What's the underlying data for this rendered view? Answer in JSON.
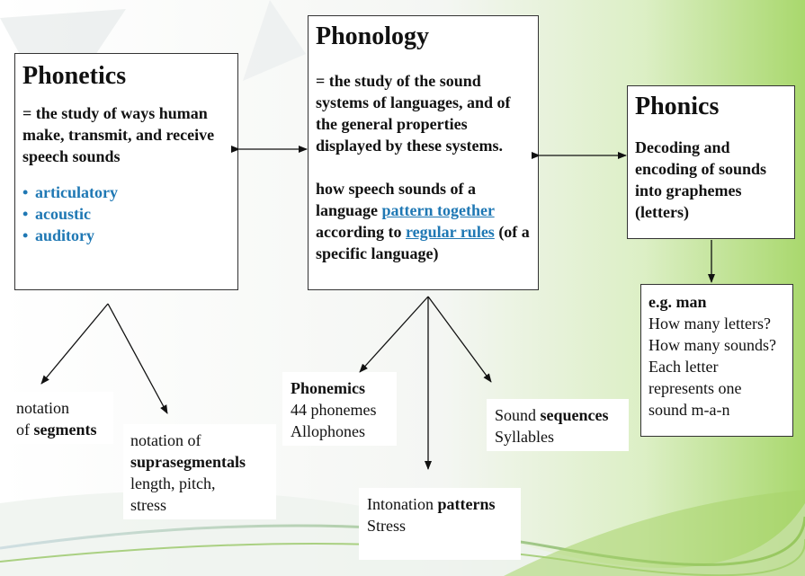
{
  "phonetics": {
    "title": "Phonetics",
    "definition": "= the study of ways human make, transmit, and receive speech sounds",
    "branches": [
      "articulatory",
      "acoustic",
      "auditory"
    ]
  },
  "phonology": {
    "title": "Phonology",
    "definition": "= the study of the sound systems of languages, and of the general properties displayed by these systems.",
    "pattern_prefix": "how speech sounds of a language",
    "pattern_link": "pattern together",
    "rules_prefix": "according to",
    "rules_link": "regular rules",
    "rules_suffix": "(of a specific language)"
  },
  "phonics": {
    "title": "Phonics",
    "definition": "Decoding and encoding of sounds into graphemes (letters)"
  },
  "example": {
    "heading": "e.g. man",
    "lines": [
      "How many letters?",
      "How many sounds?",
      "Each letter",
      "represents one",
      "sound m-a-n"
    ]
  },
  "segments": {
    "prefix": "notation",
    "of_word": "of",
    "bold": "segments"
  },
  "suprasegmentals": {
    "prefix": "notation of",
    "bold": "suprasegmentals",
    "lines": [
      "length, pitch,",
      "stress"
    ]
  },
  "phonemics": {
    "title": "Phonemics",
    "lines": [
      "44 phonemes",
      "Allophones"
    ]
  },
  "sequences": {
    "prefix": "Sound",
    "bold": "sequences",
    "line2": "Syllables"
  },
  "intonation": {
    "prefix": "Intonation",
    "bold": "patterns",
    "line2": "Stress"
  },
  "colors": {
    "accent_blue": "#1f78b4",
    "background_green": "#9ccf5a"
  }
}
